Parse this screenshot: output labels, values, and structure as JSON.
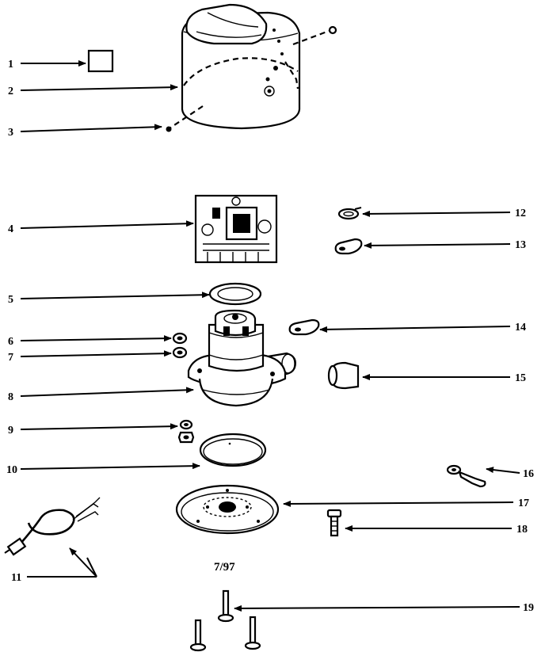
{
  "diagram": {
    "date_code": "7/97",
    "callouts": {
      "c1": "1",
      "c2": "2",
      "c3": "3",
      "c4": "4",
      "c5": "5",
      "c6": "6",
      "c7": "7",
      "c8": "8",
      "c9": "9",
      "c10": "10",
      "c11": "11",
      "c12": "12",
      "c13": "13",
      "c14": "14",
      "c15": "15",
      "c16": "16",
      "c17": "17",
      "c18": "18",
      "c19": "19"
    }
  }
}
